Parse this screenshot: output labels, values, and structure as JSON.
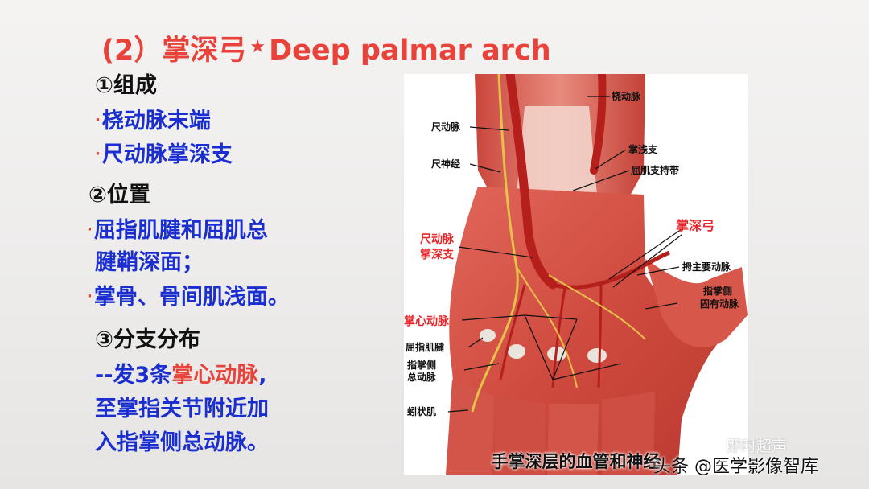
{
  "slide": {
    "title_prefix": "(2）掌深弓",
    "title_star": "★",
    "title_en": "Deep  palmar  arch",
    "bullet_symbol": "·",
    "sections": {
      "composition": {
        "heading": "①组成",
        "items": [
          "桡动脉末端",
          "尺动脉掌深支"
        ]
      },
      "position": {
        "heading": "②位置",
        "items": [
          "屈指肌腱和屈肌总",
          "腱鞘深面；",
          "掌骨、骨间肌浅面。"
        ]
      },
      "branches": {
        "heading": "③分支分布",
        "line1_prefix": "--发3条",
        "line1_highlight": "掌心动脉",
        "line1_suffix": ",",
        "line2": "至掌指关节附近加",
        "line3": "入指掌侧总动脉。"
      }
    }
  },
  "figure": {
    "labels": {
      "radial_artery": "桡动脉",
      "ulnar_artery": "尺动脉",
      "superficial_palmar_branch": "掌浅支",
      "ulnar_nerve": "尺神经",
      "flexor_retinaculum": "屈肌支持带",
      "deep_palmar_arch": "掌深弓",
      "ulnar_deep_branch_1": "尺动脉",
      "ulnar_deep_branch_2": "掌深支",
      "princeps_pollicis": "拇主要动脉",
      "proper_digital_1": "指掌侧",
      "proper_digital_2": "固有动脉",
      "palmar_metacarpal": "掌心动脉",
      "flexor_tendon": "屈指肌腱",
      "common_digital_1": "指掌侧",
      "common_digital_2": "总动脉",
      "lumbrical": "蚓状肌"
    },
    "caption": "手掌深层的血管和神经"
  },
  "watermarks": {
    "channel": "即时超声",
    "source": "头条 @医学影像智库"
  },
  "colors": {
    "title_red": "#e8423a",
    "body_blue": "#1b2fd0",
    "heading_black": "#111111",
    "label_red": "#e8262a"
  }
}
